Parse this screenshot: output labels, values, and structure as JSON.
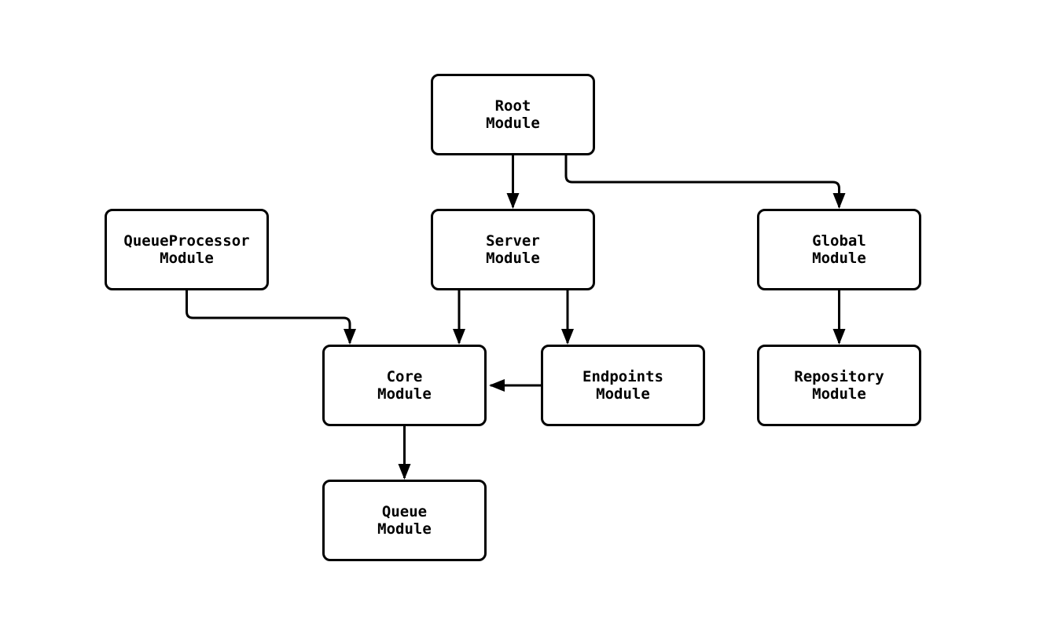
{
  "diagram": {
    "type": "module-dependency-flowchart",
    "background_color": "#ffffff",
    "node_fill_color": "#ffffff",
    "node_border_color": "#000000",
    "edge_color": "#000000",
    "text_color": "#000000",
    "nodes": {
      "root": {
        "label": "Root\nModule"
      },
      "queueProcessor": {
        "label": "QueueProcessor\nModule"
      },
      "server": {
        "label": "Server\nModule"
      },
      "global": {
        "label": "Global\nModule"
      },
      "core": {
        "label": "Core\nModule"
      },
      "endpoints": {
        "label": "Endpoints\nModule"
      },
      "repository": {
        "label": "Repository\nModule"
      },
      "queue": {
        "label": "Queue\nModule"
      }
    },
    "edges": [
      {
        "from": "Root Module",
        "to": "Server Module"
      },
      {
        "from": "Root Module",
        "to": "Global Module"
      },
      {
        "from": "QueueProcessor Module",
        "to": "Core Module"
      },
      {
        "from": "Server Module",
        "to": "Core Module"
      },
      {
        "from": "Server Module",
        "to": "Endpoints Module"
      },
      {
        "from": "Endpoints Module",
        "to": "Core Module"
      },
      {
        "from": "Global Module",
        "to": "Repository Module"
      },
      {
        "from": "Core Module",
        "to": "Queue Module"
      }
    ]
  }
}
